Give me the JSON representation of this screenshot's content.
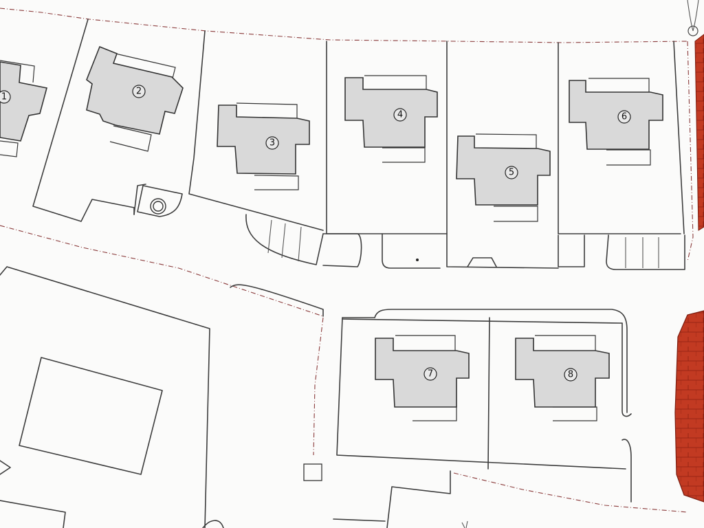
{
  "lots": [
    {
      "number": "1"
    },
    {
      "number": "2"
    },
    {
      "number": "3"
    },
    {
      "number": "4"
    },
    {
      "number": "5"
    },
    {
      "number": "6"
    },
    {
      "number": "7"
    },
    {
      "number": "8"
    }
  ],
  "colors": {
    "house_fill": "#d9d9d9",
    "boundary": "#8a3a3a",
    "neighbor_red": "#c0301a",
    "lines": "#3c3c3c"
  }
}
